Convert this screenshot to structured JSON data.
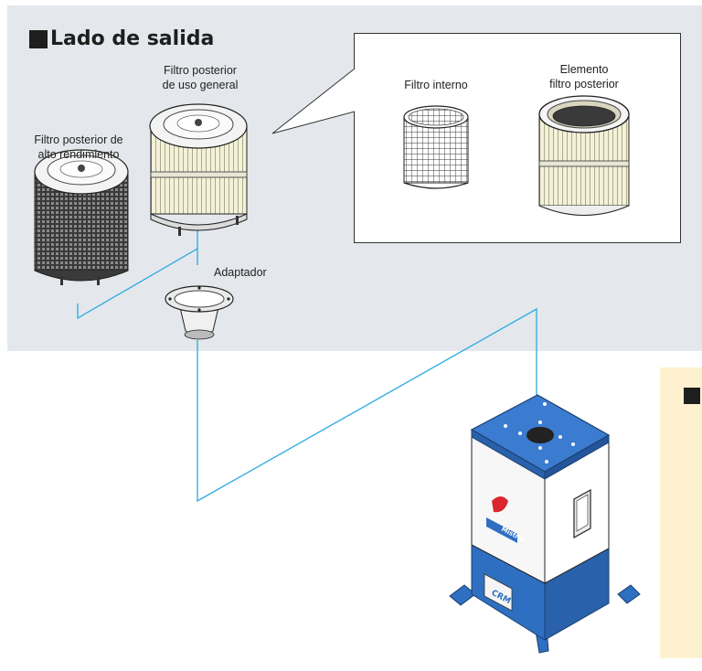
{
  "section": {
    "title": "Lado de salida"
  },
  "labels": {
    "general_filter": [
      "Filtro posterior",
      "de uso general"
    ],
    "high_filter": [
      "Filtro posterior de",
      "alto rendimiento"
    ],
    "adapter": "Adaptador",
    "inner_filter": "Filtro interno",
    "element_filter": [
      "Elemento",
      "filtro posterior"
    ]
  },
  "product": {
    "brand_logo_text": "CRM",
    "side_logo_text": "Mistral"
  },
  "colors": {
    "panel_bg": "#e4e8ec",
    "connector_line": "#29a9e1",
    "product_blue": "#2f6fc2",
    "side_panel_bg": "#fdf1cf",
    "filter_pleat": "#f3f0d6"
  }
}
